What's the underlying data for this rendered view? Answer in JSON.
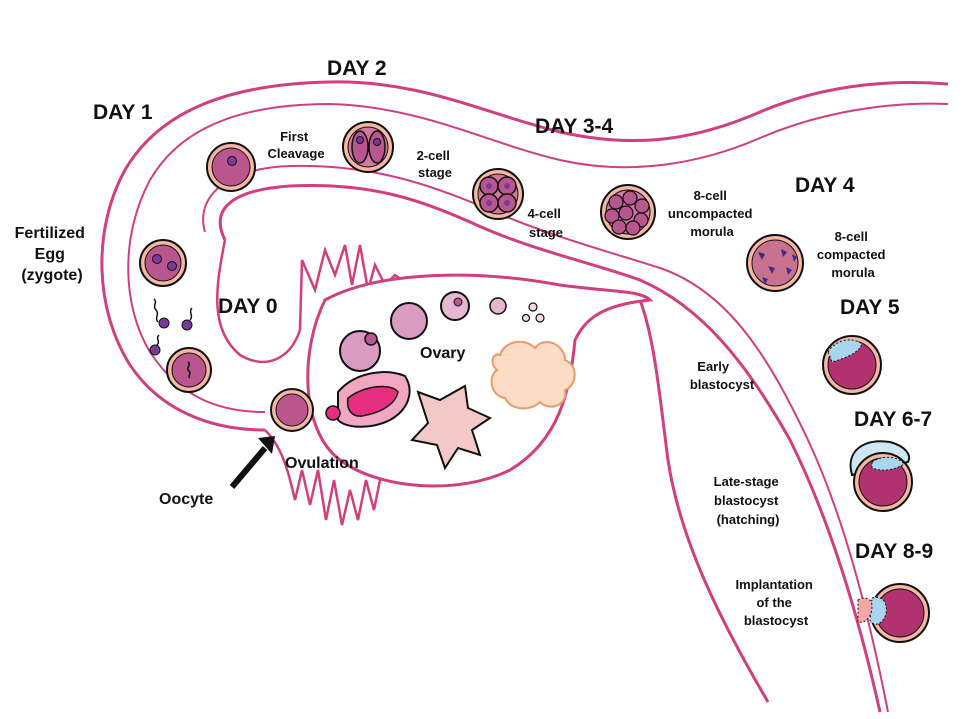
{
  "colors": {
    "tube": "#d13f7e",
    "cell_outer": "#f3b7a3",
    "cell_inner": "#b9568e",
    "nucleus": "#7a3a9a",
    "morula": "#c9728f",
    "blastocyst_inner": "#b0336f",
    "blastocyst_cap": "#a9d6ef",
    "follicle": "#d99bc0",
    "corpus_pink": "#e62f7f",
    "star_pink": "#f2c9c7",
    "cloud_peach": "#fcdcc4"
  },
  "labels": {
    "day1": "DAY 1",
    "day2": "DAY 2",
    "day34": "DAY 3-4",
    "day4": "DAY 4",
    "day0": "DAY 0",
    "day5": "DAY 5",
    "day67": "DAY 6-7",
    "day89": "DAY 8-9",
    "first_cleavage": [
      "First",
      "Cleavage"
    ],
    "two_cell": [
      "2-cell",
      "stage"
    ],
    "four_cell": [
      "4-cell",
      "stage"
    ],
    "eight_uncompacted": [
      "8-cell",
      "uncompacted",
      "morula"
    ],
    "eight_compacted": [
      "8-cell",
      "compacted",
      "morula"
    ],
    "fertilized": [
      "Fertilized",
      "Egg",
      "(zygote)"
    ],
    "ovary": "Ovary",
    "ovulation": "Ovulation",
    "oocyte": "Oocyte",
    "early_blastocyst": [
      "Early",
      "blastocyst"
    ],
    "late_blastocyst": [
      "Late-stage",
      "blastocyst",
      "(hatching)"
    ],
    "implantation": [
      "Implantation",
      "of the",
      "blastocyst"
    ]
  }
}
